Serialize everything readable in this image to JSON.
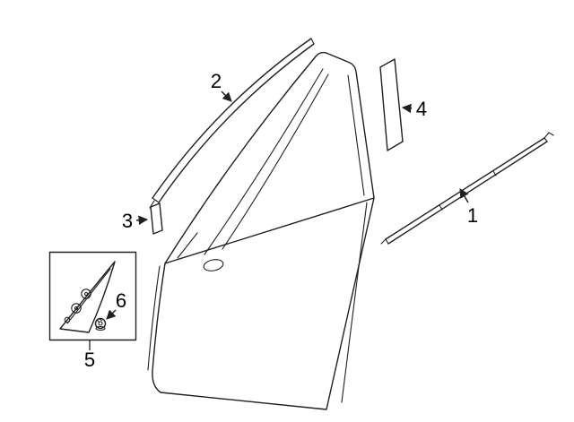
{
  "colors": {
    "background": "#ffffff",
    "line": "#231f20",
    "label": "#000000"
  },
  "callouts": [
    {
      "label": "1"
    },
    {
      "label": "2"
    },
    {
      "label": "3"
    },
    {
      "label": "4"
    },
    {
      "label": "5"
    },
    {
      "label": "6"
    }
  ]
}
